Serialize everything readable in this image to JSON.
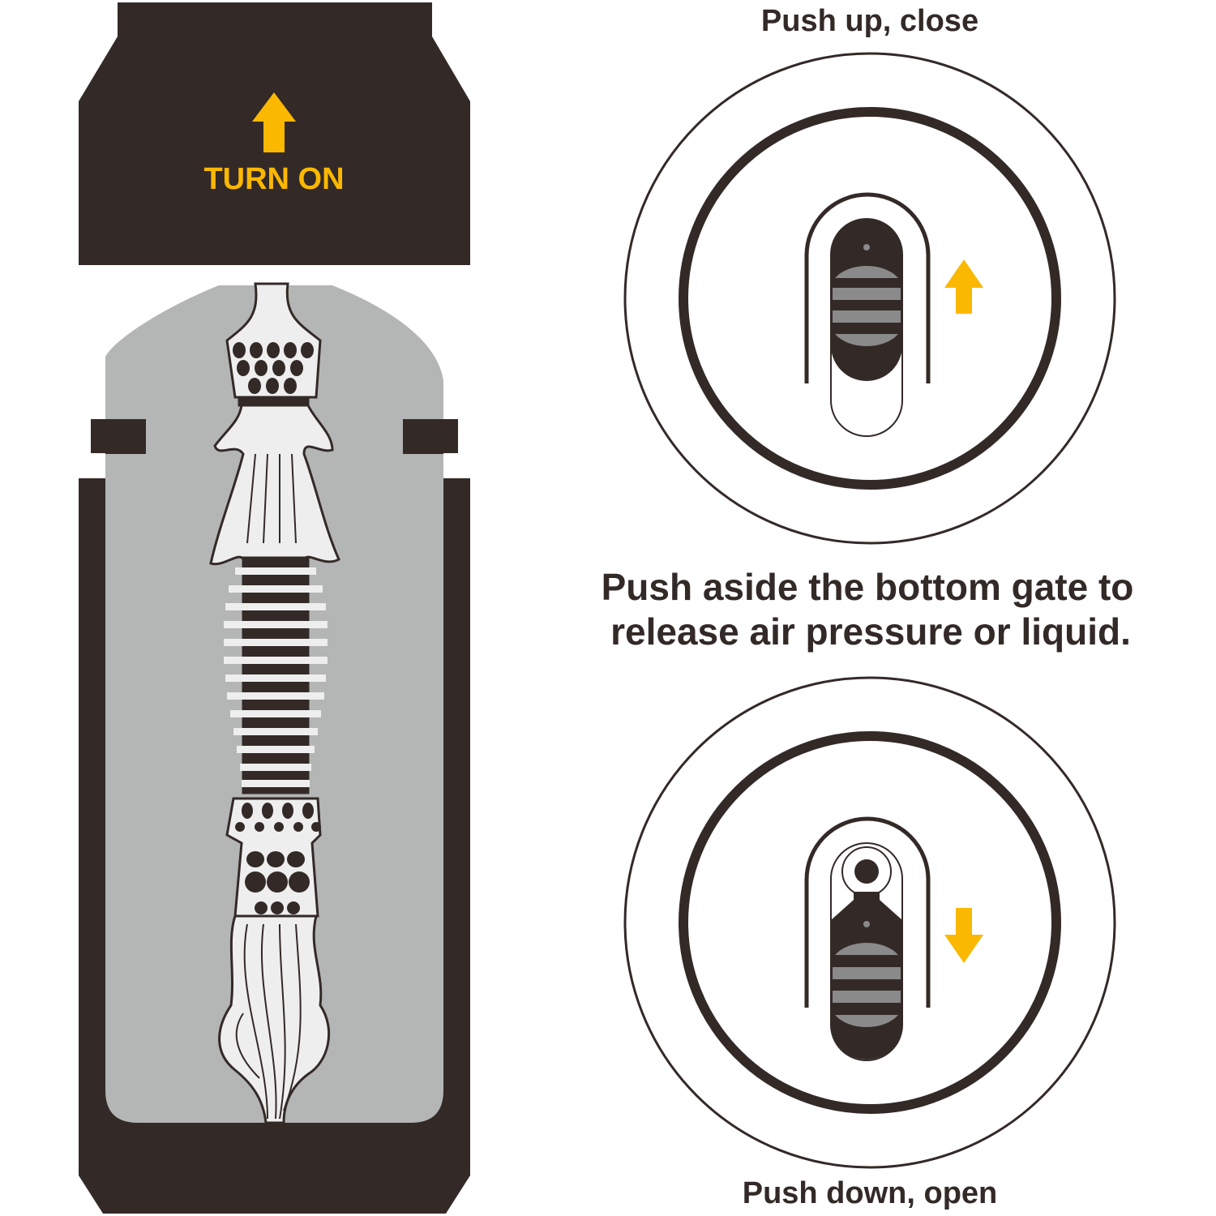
{
  "cap": {
    "label": "TURN ON",
    "arrow": "arrow-up-icon"
  },
  "top_diagram": {
    "caption": "Push up, close",
    "arrow": "arrow-up-icon"
  },
  "middle_text": {
    "line1": "Push aside the bottom gate to",
    "line2": "release air pressure or liquid."
  },
  "bottom_diagram": {
    "caption": "Push down, open",
    "arrow": "arrow-down-icon"
  },
  "colors": {
    "dark": "#332a28",
    "accent": "#fbb800",
    "sleeve": "#b4b5b5",
    "stripe": "#8a8a8a"
  }
}
